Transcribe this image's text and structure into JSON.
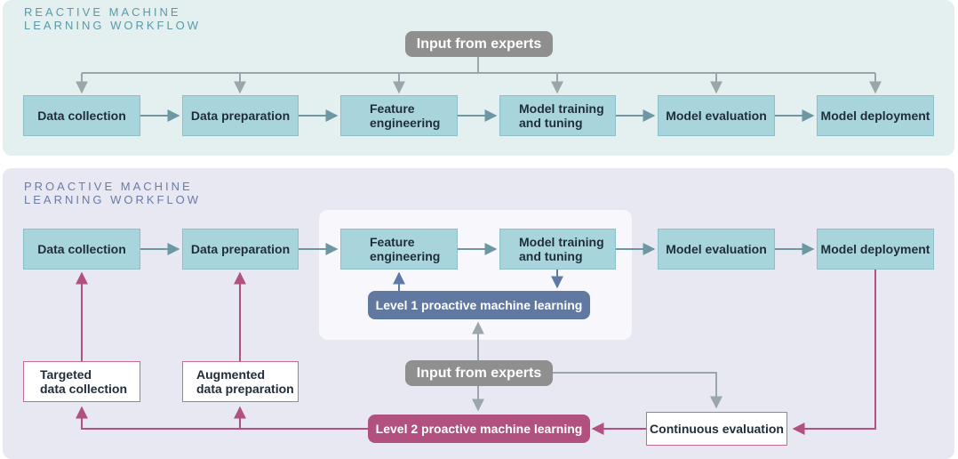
{
  "reactive": {
    "title_line1": "REACTIVE MACHINE",
    "title_line2": "LEARNING WORKFLOW",
    "input_label": "Input from experts",
    "steps": {
      "data_collection": "Data collection",
      "data_preparation": "Data preparation",
      "feature_engineering_1": "Feature",
      "feature_engineering_2": "engineering",
      "model_training_1": "Model training",
      "model_training_2": "and tuning",
      "model_evaluation": "Model evaluation",
      "model_deployment": "Model deployment"
    }
  },
  "proactive": {
    "title_line1": "PROACTIVE MACHINE",
    "title_line2": "LEARNING WORKFLOW",
    "input_label": "Input from experts",
    "level1_label": "Level 1 proactive machine learning",
    "level2_label": "Level 2 proactive machine learning",
    "steps": {
      "data_collection": "Data collection",
      "data_preparation": "Data preparation",
      "feature_engineering_1": "Feature",
      "feature_engineering_2": "engineering",
      "model_training_1": "Model training",
      "model_training_2": "and tuning",
      "model_evaluation": "Model evaluation",
      "model_deployment": "Model deployment"
    },
    "targeted_1": "Targeted",
    "targeted_2": "data collection",
    "augmented_1": "Augmented",
    "augmented_2": "data preparation",
    "continuous_evaluation": "Continuous evaluation"
  },
  "colors": {
    "gray_arrow": "#9aa6ab",
    "teal_arrow": "#6d97a3",
    "blue_arrow": "#5f7aa6",
    "magenta_arrow": "#b0517f"
  }
}
